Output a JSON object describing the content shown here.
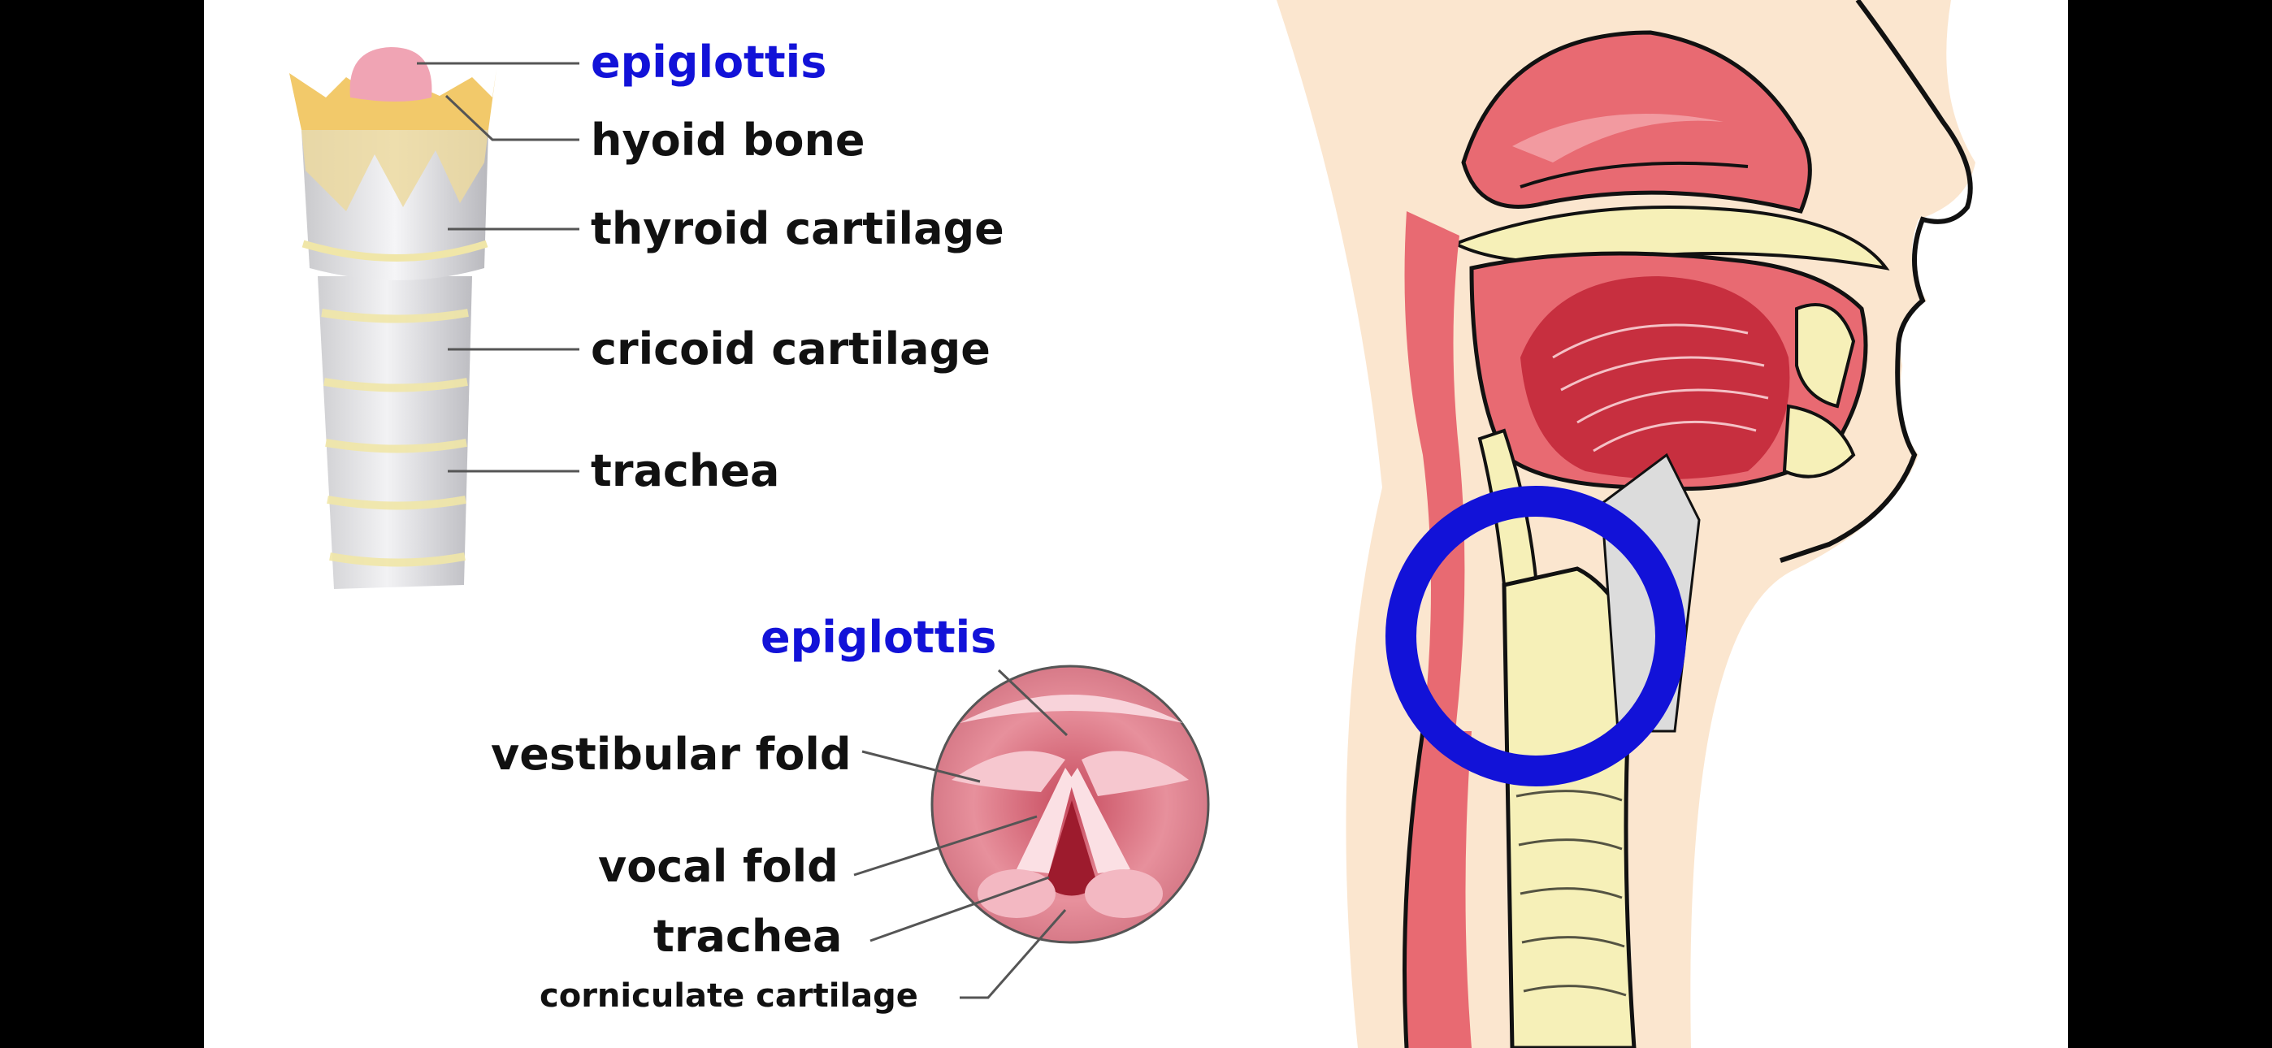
{
  "colors": {
    "highlight": "#1212d8",
    "tissue_pink": "#e86a72",
    "skin": "#fbe6cf",
    "cartilage": "#f6f0b8",
    "tongue": "#c72f3f",
    "outline": "#111111"
  },
  "larynx_labels": {
    "epiglottis": "epiglottis",
    "hyoid_bone": "hyoid bone",
    "thyroid_cartilage": "thyroid cartilage",
    "cricoid_cartilage": "cricoid cartilage",
    "trachea": "trachea"
  },
  "glottis_labels": {
    "epiglottis": "epiglottis",
    "vestibular_fold": "vestibular fold",
    "vocal_fold": "vocal fold",
    "trachea": "trachea",
    "corniculate_cartilage": "corniculate cartilage"
  },
  "icons": [
    "larynx-illustration",
    "glottis-illustration",
    "head-sagittal-illustration",
    "highlight-ring"
  ]
}
